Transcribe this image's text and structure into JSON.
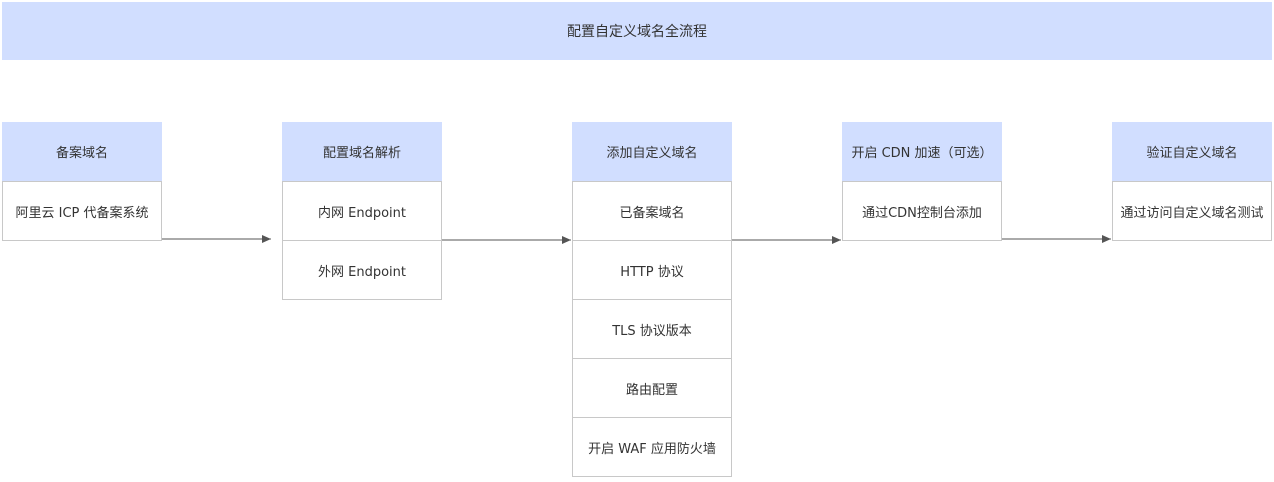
{
  "title": "配置自定义域名全流程",
  "steps": [
    {
      "title": "备案域名",
      "items": [
        "阿里云 ICP 代备案系统"
      ]
    },
    {
      "title": "配置域名解析",
      "items": [
        "内网 Endpoint",
        "外网 Endpoint"
      ]
    },
    {
      "title": "添加自定义域名",
      "items": [
        "已备案域名",
        "HTTP 协议",
        "TLS 协议版本",
        "路由配置",
        "开启 WAF 应用防火墙"
      ]
    },
    {
      "title": "开启 CDN 加速（可选）",
      "items": [
        "通过CDN控制台添加"
      ]
    },
    {
      "title": "验证自定义域名",
      "items": [
        "通过访问自定义域名测试"
      ]
    }
  ],
  "colors": {
    "header": "#d1deff",
    "border": "#c8c8c8",
    "arrow": "#555555"
  }
}
